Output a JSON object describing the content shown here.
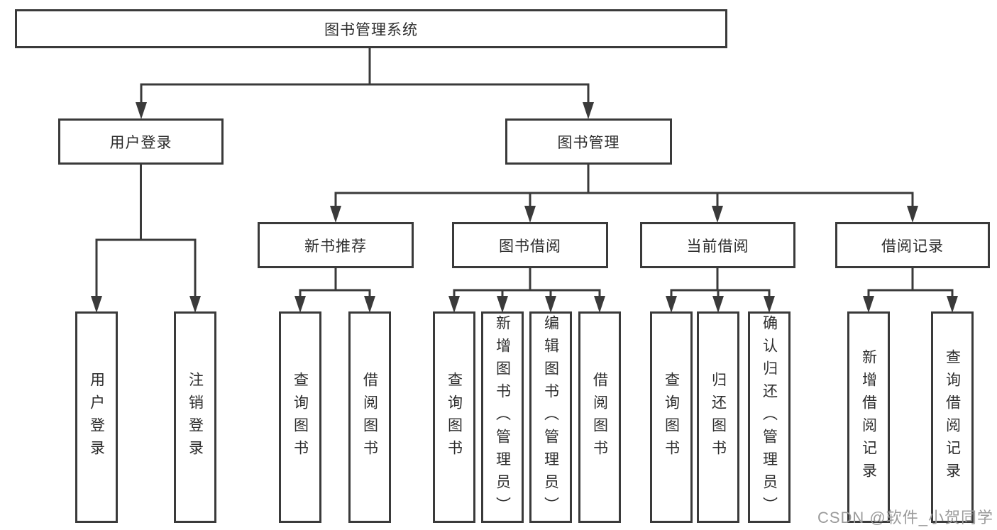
{
  "diagram": {
    "root": {
      "label": "图书管理系统"
    },
    "branches": [
      {
        "label": "用户登录",
        "children": [
          {
            "label": "用户登录"
          },
          {
            "label": "注销登录"
          }
        ]
      },
      {
        "label": "图书管理",
        "children": [
          {
            "label": "新书推荐",
            "children": [
              {
                "label": "查询图书"
              },
              {
                "label": "借阅图书"
              }
            ]
          },
          {
            "label": "图书借阅",
            "children": [
              {
                "label": "查询图书"
              },
              {
                "label": "新增图书（管理员）"
              },
              {
                "label": "编辑图书（管理员）"
              },
              {
                "label": "借阅图书"
              }
            ]
          },
          {
            "label": "当前借阅",
            "children": [
              {
                "label": "查询图书"
              },
              {
                "label": "归还图书"
              },
              {
                "label": "确认归还（管理员）"
              }
            ]
          },
          {
            "label": "借阅记录",
            "children": [
              {
                "label": "新增借阅记录"
              },
              {
                "label": "查询借阅记录"
              }
            ]
          }
        ]
      }
    ]
  },
  "watermark": {
    "text": "CSDN @软件_小贺同学"
  },
  "colors": {
    "line": "#3a3a3a",
    "box_border": "#3a3a3a",
    "text": "#2d2d2d",
    "watermark": "#9b9b9b",
    "background": "#ffffff"
  }
}
